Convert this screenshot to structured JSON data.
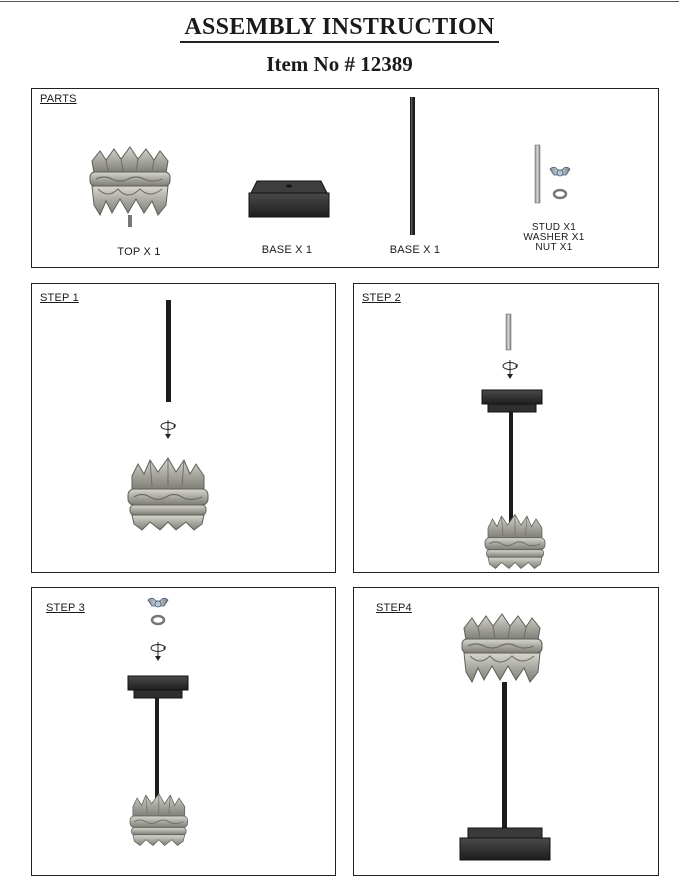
{
  "header": {
    "title": "ASSEMBLY INSTRUCTION",
    "item_number": "Item No # 12389"
  },
  "parts": {
    "section_label": "PARTS",
    "top_label": "TOP X 1",
    "base_label": "BASE X 1",
    "pole_label": "BASE X 1",
    "hardware_labels": [
      "STUD X1",
      "WASHER X1",
      "NUT X1"
    ]
  },
  "steps": [
    {
      "label": "STEP 1"
    },
    {
      "label": "STEP 2"
    },
    {
      "label": "STEP 3"
    },
    {
      "label": "STEP4"
    }
  ],
  "colors": {
    "resin_light": "#c9c9c0",
    "resin_dark": "#6b6b66",
    "base_black": "#2a2a2a",
    "pole_black": "#1c1c1c"
  }
}
